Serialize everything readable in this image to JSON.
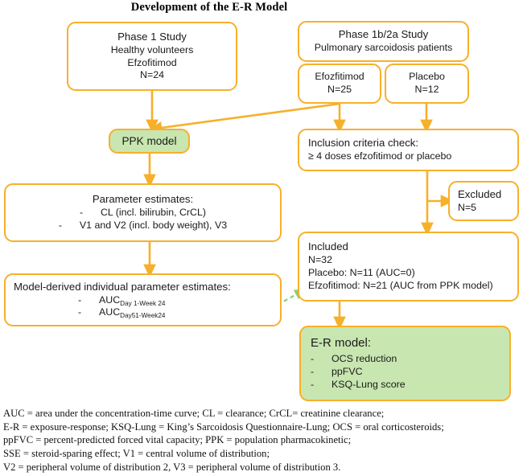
{
  "title": "Development of the E-R Model",
  "colors": {
    "border": "#f7b02a",
    "green_fill": "#c8e6b0",
    "arrow": "#f7b02a",
    "green_arrow": "#8ccf6f",
    "text": "#1a1a1a"
  },
  "nodes": {
    "phase1": {
      "name": "Phase 1 Study",
      "line1": "Phase 1 Study",
      "line2": "Healthy volunteers",
      "line3": "Efzofitimod",
      "line4": "N=24"
    },
    "phase1b2a": {
      "line1": "Phase 1b/2a Study",
      "line2": "Pulmonary sarcoidosis patients"
    },
    "efozfitimod_arm": {
      "line1": "Efozfitimod",
      "line2": "N=25"
    },
    "placebo_arm": {
      "line1": "Placebo",
      "line2": "N=12"
    },
    "ppk_model": {
      "label": "PPK model"
    },
    "parameter_estimates": {
      "heading": "Parameter estimates:",
      "bullets": [
        "CL (incl. bilirubin, CrCL)",
        "V1 and V2 (incl. body weight), V3"
      ]
    },
    "model_derived": {
      "heading": "Model-derived individual parameter estimates:",
      "bullet1_main": "AUC",
      "bullet1_sub": "Day 1-Week 24",
      "bullet2_main": "AUC",
      "bullet2_sub": "Day51-Week24"
    },
    "inclusion": {
      "line1": "Inclusion criteria check:",
      "line2": "≥ 4 doses efzofitimod or placebo"
    },
    "excluded": {
      "line1": "Excluded",
      "line2": "N=5"
    },
    "included": {
      "line1": "Included",
      "line2": "N=32",
      "line3": "Placebo: N=11 (AUC=0)",
      "line4": "Efzofitimod: N=21 (AUC from PPK model)"
    },
    "er_model": {
      "heading": "E-R model:",
      "bullets": [
        "OCS reduction",
        "ppFVC",
        "KSQ-Lung score"
      ]
    }
  },
  "footnote": {
    "lines": [
      "AUC = area under the concentration-time curve; CL = clearance; CrCL= creatinine clearance;",
      "E-R = exposure-response; KSQ-Lung = King’s Sarcoidosis Questionnaire-Lung; OCS = oral corticosteroids;",
      "ppFVC = percent-predicted forced vital capacity; PPK = population pharmacokinetic;",
      "SSE = steroid-sparing effect; V1 = central volume of distribution;",
      "V2 = peripheral volume of distribution 2, V3 = peripheral volume of distribution 3."
    ]
  }
}
